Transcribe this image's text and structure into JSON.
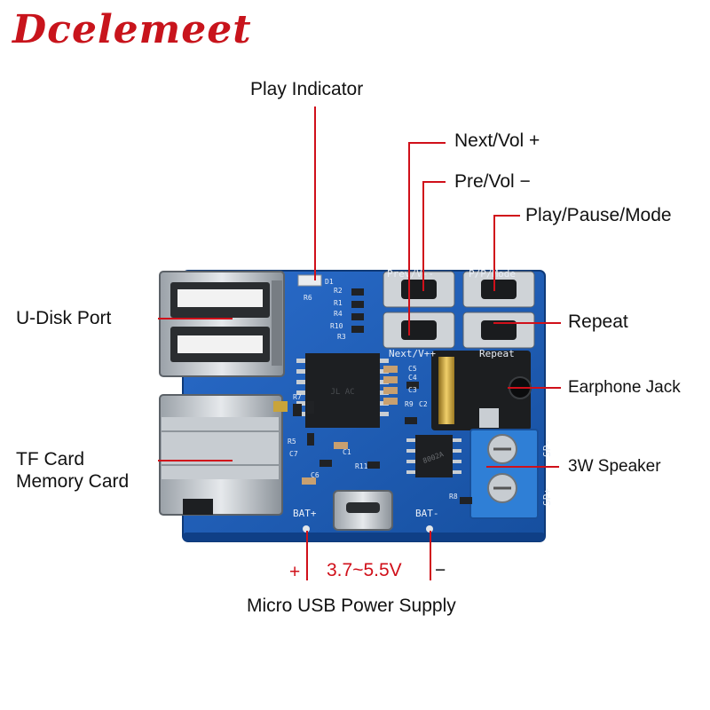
{
  "brand": {
    "name": "Dcelemeet"
  },
  "labels": {
    "play_indicator": "Play Indicator",
    "next_vol": "Next/Vol +",
    "pre_vol": "Pre/Vol −",
    "play_pause_mode": "Play/Pause/Mode",
    "repeat": "Repeat",
    "earphone_jack": "Earphone Jack",
    "speaker": "3W Speaker",
    "u_disk_port": "U-Disk Port",
    "tf_card_line1": "TF Card",
    "tf_card_line2": "Memory Card",
    "power_supply": "Micro USB Power Supply",
    "voltage": "3.7~5.5V",
    "plus": "+",
    "minus": "−"
  },
  "silkscreen": {
    "prev": "Prev/V--",
    "pp": "P/P/Mode",
    "next": "Next/V++",
    "repeat": "Repeat",
    "bat_plus": "BAT+",
    "bat_minus": "BAT-",
    "sp_minus": "SP-",
    "sp_plus": "SP+",
    "ic": "JL AC",
    "amp": "8002A",
    "refs": [
      "D1",
      "R2",
      "R6",
      "R1",
      "R4",
      "R10",
      "R3",
      "R7",
      "R5",
      "C7",
      "C1",
      "R11",
      "C6",
      "C5",
      "C4",
      "C3",
      "R9",
      "C2",
      "R8"
    ]
  },
  "colors": {
    "brand": "#c8141c",
    "leader": "#d0101a",
    "pcb": "#1e5fb8",
    "terminal": "#2f7fd6"
  }
}
